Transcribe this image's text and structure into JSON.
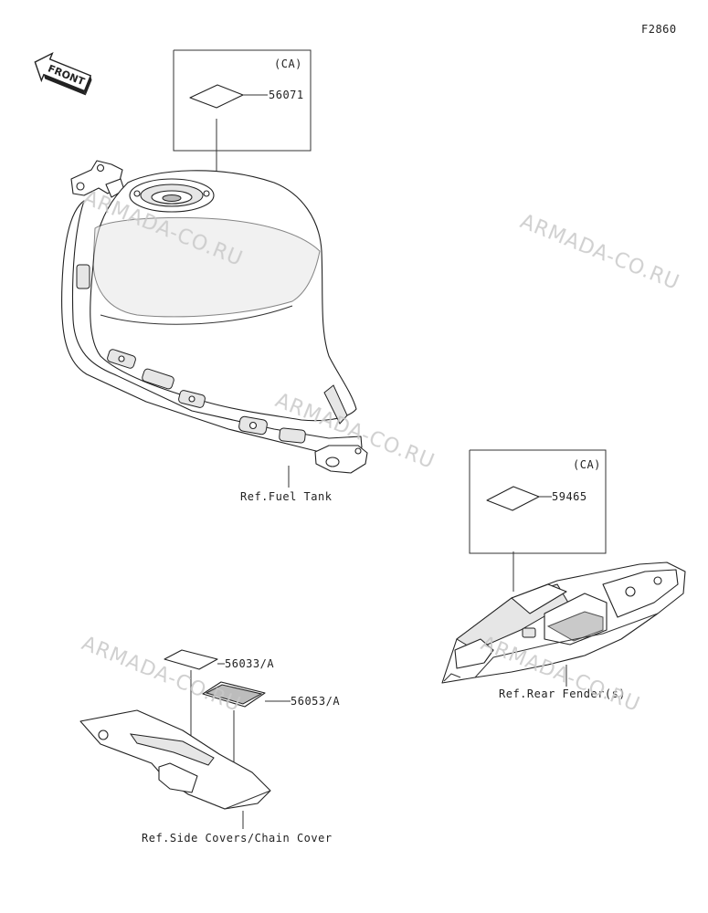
{
  "figure_id": "F2860",
  "front_arrow_label": "FRONT",
  "watermark": "ARMADA-CO.RU",
  "callouts": {
    "fuel_tank_box": {
      "region": "(CA)",
      "part_number": "56071"
    },
    "rear_fender_box": {
      "region": "(CA)",
      "part_number": "59465"
    },
    "side_cover_label_1": "56033/A",
    "side_cover_label_2": "56053/A"
  },
  "references": {
    "fuel_tank": "Ref.Fuel Tank",
    "rear_fender": "Ref.Rear Fender(s)",
    "side_covers": "Ref.Side Covers/Chain Cover"
  }
}
